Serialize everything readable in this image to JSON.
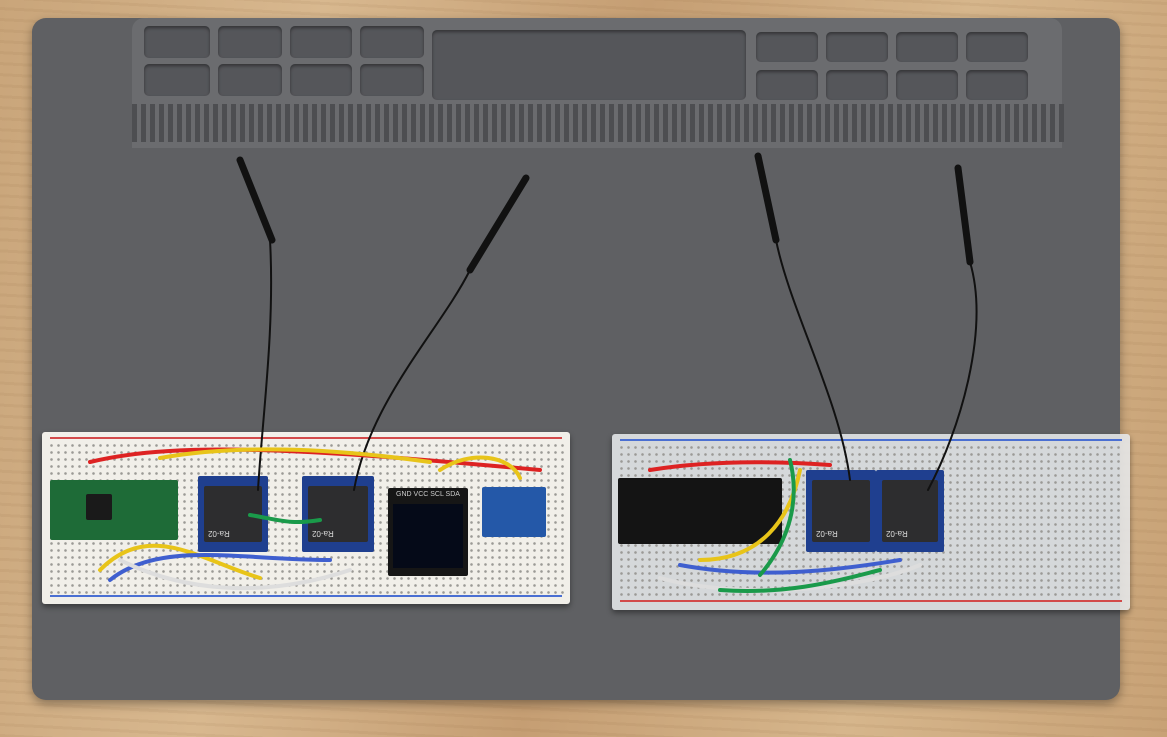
{
  "scene": {
    "description": "Two LoRa breadboard setups on a gray silicone soldering mat over a wooden desk",
    "left_setup": {
      "modules": [
        "Teensy-style microcontroller (green)",
        "Ra-02 LoRa module",
        "Ra-02 LoRa module",
        "OLED display",
        "IMU breakout (blue)"
      ],
      "oled_pin_label": "GND VCC SCL SDA",
      "lora_label_1": "Ra-02",
      "lora_label_2": "Ra-02"
    },
    "right_setup": {
      "modules": [
        "Black microcontroller board",
        "Ra-02 LoRa module",
        "Ra-02 LoRa module"
      ],
      "lora_label_1": "Ra-02",
      "lora_label_2": "Ra-02"
    },
    "antenna_count": 4
  }
}
